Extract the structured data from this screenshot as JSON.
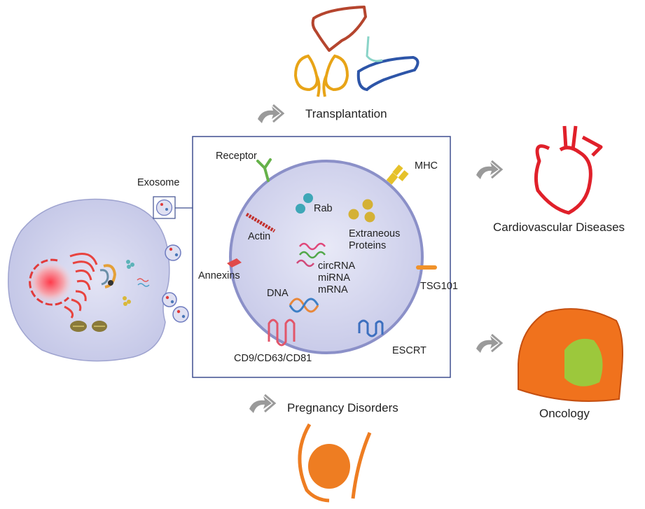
{
  "labels": {
    "exosome": "Exosome",
    "transplantation": "Transplantation",
    "cardiovascular": "Cardiovascular Diseases",
    "oncology": "Oncology",
    "pregnancy": "Pregnancy Disorders",
    "receptor": "Receptor",
    "mhc": "MHC",
    "rab": "Rab",
    "actin": "Actin",
    "extraneous_line1": "Extraneous",
    "extraneous_line2": "Proteins",
    "annexins": "Annexins",
    "circrna": "circRNA",
    "mirna": "miRNA",
    "mrna": "mRNA",
    "tsg101": "TSG101",
    "dna": "DNA",
    "cd_tetraspanins": "CD9/CD63/CD81",
    "escrt": "ESCRT"
  },
  "colors": {
    "frame": "#3f4f8f",
    "exosome_fill": "#d9daf0",
    "cell_fill": "#d3d5ee",
    "arrow": "#9a9a9a",
    "heart": "#e0202a",
    "liver": "#b5452e",
    "kidney": "#e8a417",
    "pancreas": "#2d55a8",
    "fetus": "#ee7d22",
    "tumor_orange": "#f0721d",
    "tumor_green": "#9cc83c"
  },
  "icons": [
    "liver-icon",
    "kidney-icon",
    "pancreas-icon",
    "heart-icon",
    "tumor-icon",
    "fetus-icon",
    "cell-icon",
    "exosome-icon"
  ]
}
